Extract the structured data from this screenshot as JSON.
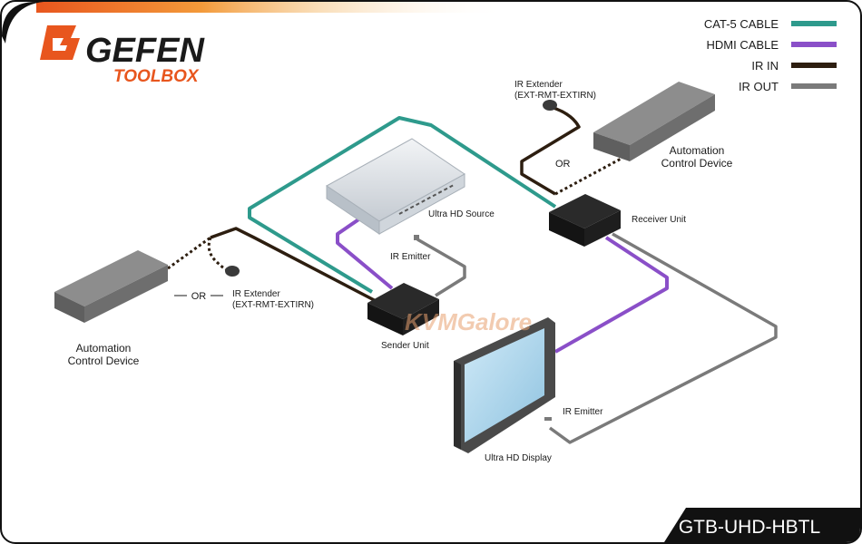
{
  "brand": {
    "name": "GEFEN",
    "sub": "TOOLBOX",
    "color": "#e8561e"
  },
  "legend": [
    {
      "label": "CAT-5 CABLE",
      "color": "#2e9a8c"
    },
    {
      "label": "HDMI CABLE",
      "color": "#8a4fc8"
    },
    {
      "label": "IR IN",
      "color": "#2d1e10"
    },
    {
      "label": "IR OUT",
      "color": "#7a7a7a"
    }
  ],
  "devices": {
    "automation_left": [
      "Automation",
      "Control Device"
    ],
    "automation_right": [
      "Automation",
      "Control Device"
    ],
    "ir_extender_left": [
      "IR Extender",
      "(EXT-RMT-EXTIRN)"
    ],
    "ir_extender_right": [
      "IR Extender",
      "(EXT-RMT-EXTIRN)"
    ],
    "or_left": "OR",
    "or_right": "OR",
    "source": "Ultra HD Source",
    "sender": "Sender Unit",
    "receiver": "Receiver Unit",
    "display": "Ultra HD Display",
    "emitter_source": "IR Emitter",
    "emitter_display": "IR Emitter"
  },
  "watermark": "KVMGalore",
  "model": "GTB-UHD-HBTL"
}
